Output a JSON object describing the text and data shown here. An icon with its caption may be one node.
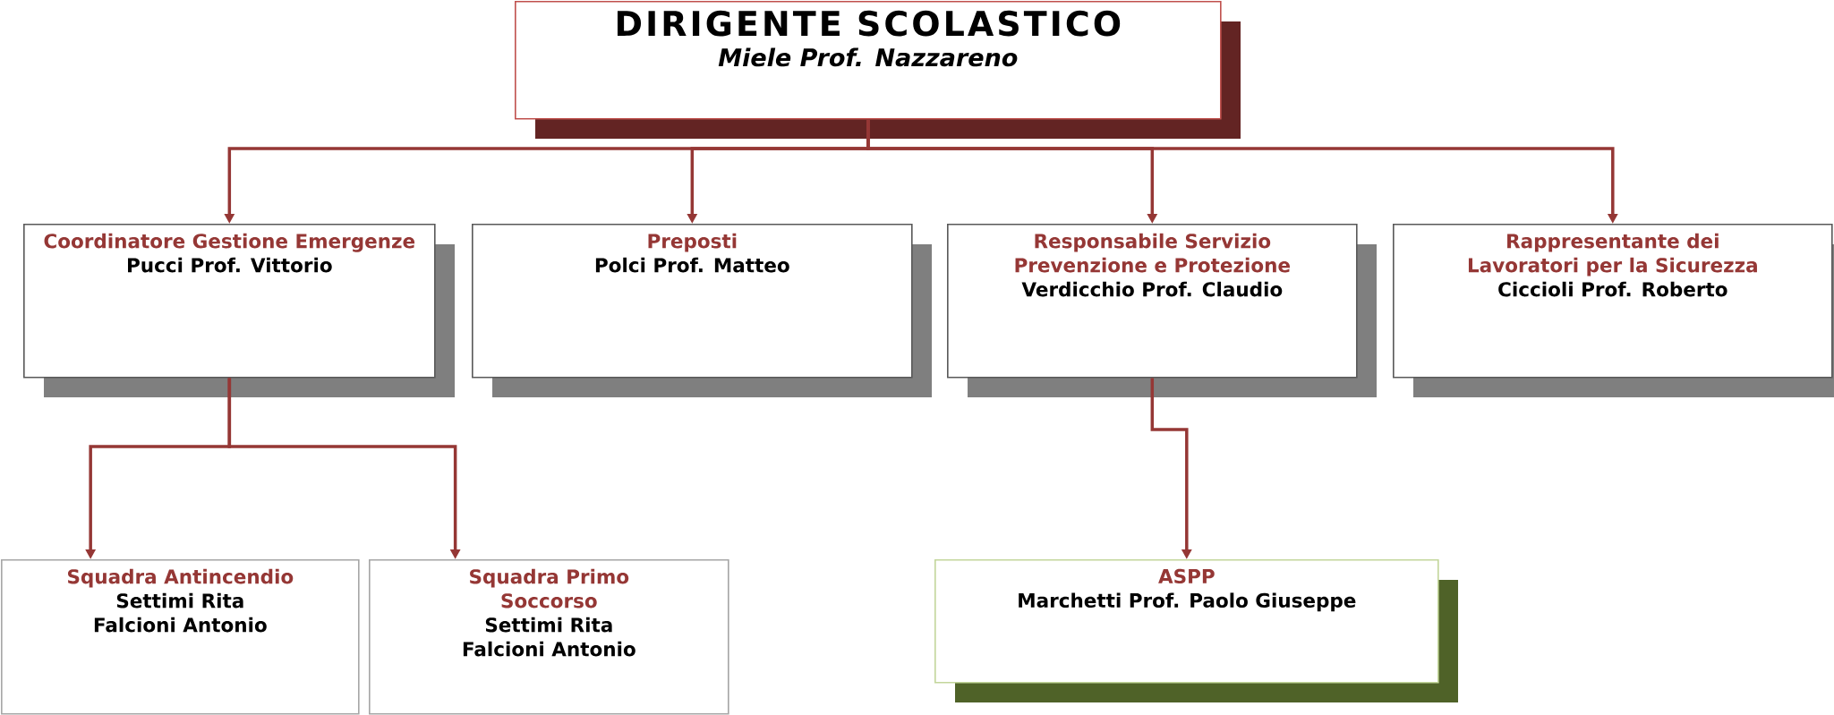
{
  "diagram": {
    "nodes": [
      {
        "text": [
          "DIRIGENTE SCOLASTICO",
          "Miele Prof. Nazzareno"
        ]
      },
      {
        "text": [
          "Coordinatore Gestione Emergenze",
          "Pucci Prof. Vittorio"
        ]
      },
      {
        "text": [
          "Preposti",
          "Polci Prof. Matteo"
        ]
      },
      {
        "text": [
          "Responsabile Servizio Prevenzione e Protezione",
          "Verdicchio Prof. Claudio"
        ]
      },
      {
        "text": [
          "Rappresentante dei Lavoratori per la Sicurezza",
          "Ciccioli Prof. Roberto"
        ]
      },
      {
        "text": [
          "Squadra Antincendio",
          "Settimi Rita",
          "Falcioni Antonio"
        ]
      },
      {
        "text": [
          "Squadra Primo Soccorso",
          "Settimi Rita",
          "Falcioni Antonio"
        ]
      },
      {
        "text": [
          "ASPP",
          "Marchetti Prof. Paolo Giuseppe"
        ]
      }
    ],
    "edges": [
      {
        "from": 0,
        "to": 1,
        "arrow": "to"
      },
      {
        "from": 0,
        "to": 2,
        "arrow": "to"
      },
      {
        "from": 0,
        "to": 3,
        "arrow": "to"
      },
      {
        "from": 0,
        "to": 4,
        "arrow": "to"
      },
      {
        "from": 1,
        "to": 5,
        "arrow": "to"
      },
      {
        "from": 1,
        "to": 6,
        "arrow": "to"
      },
      {
        "from": 3,
        "to": 7,
        "arrow": "to"
      }
    ]
  }
}
